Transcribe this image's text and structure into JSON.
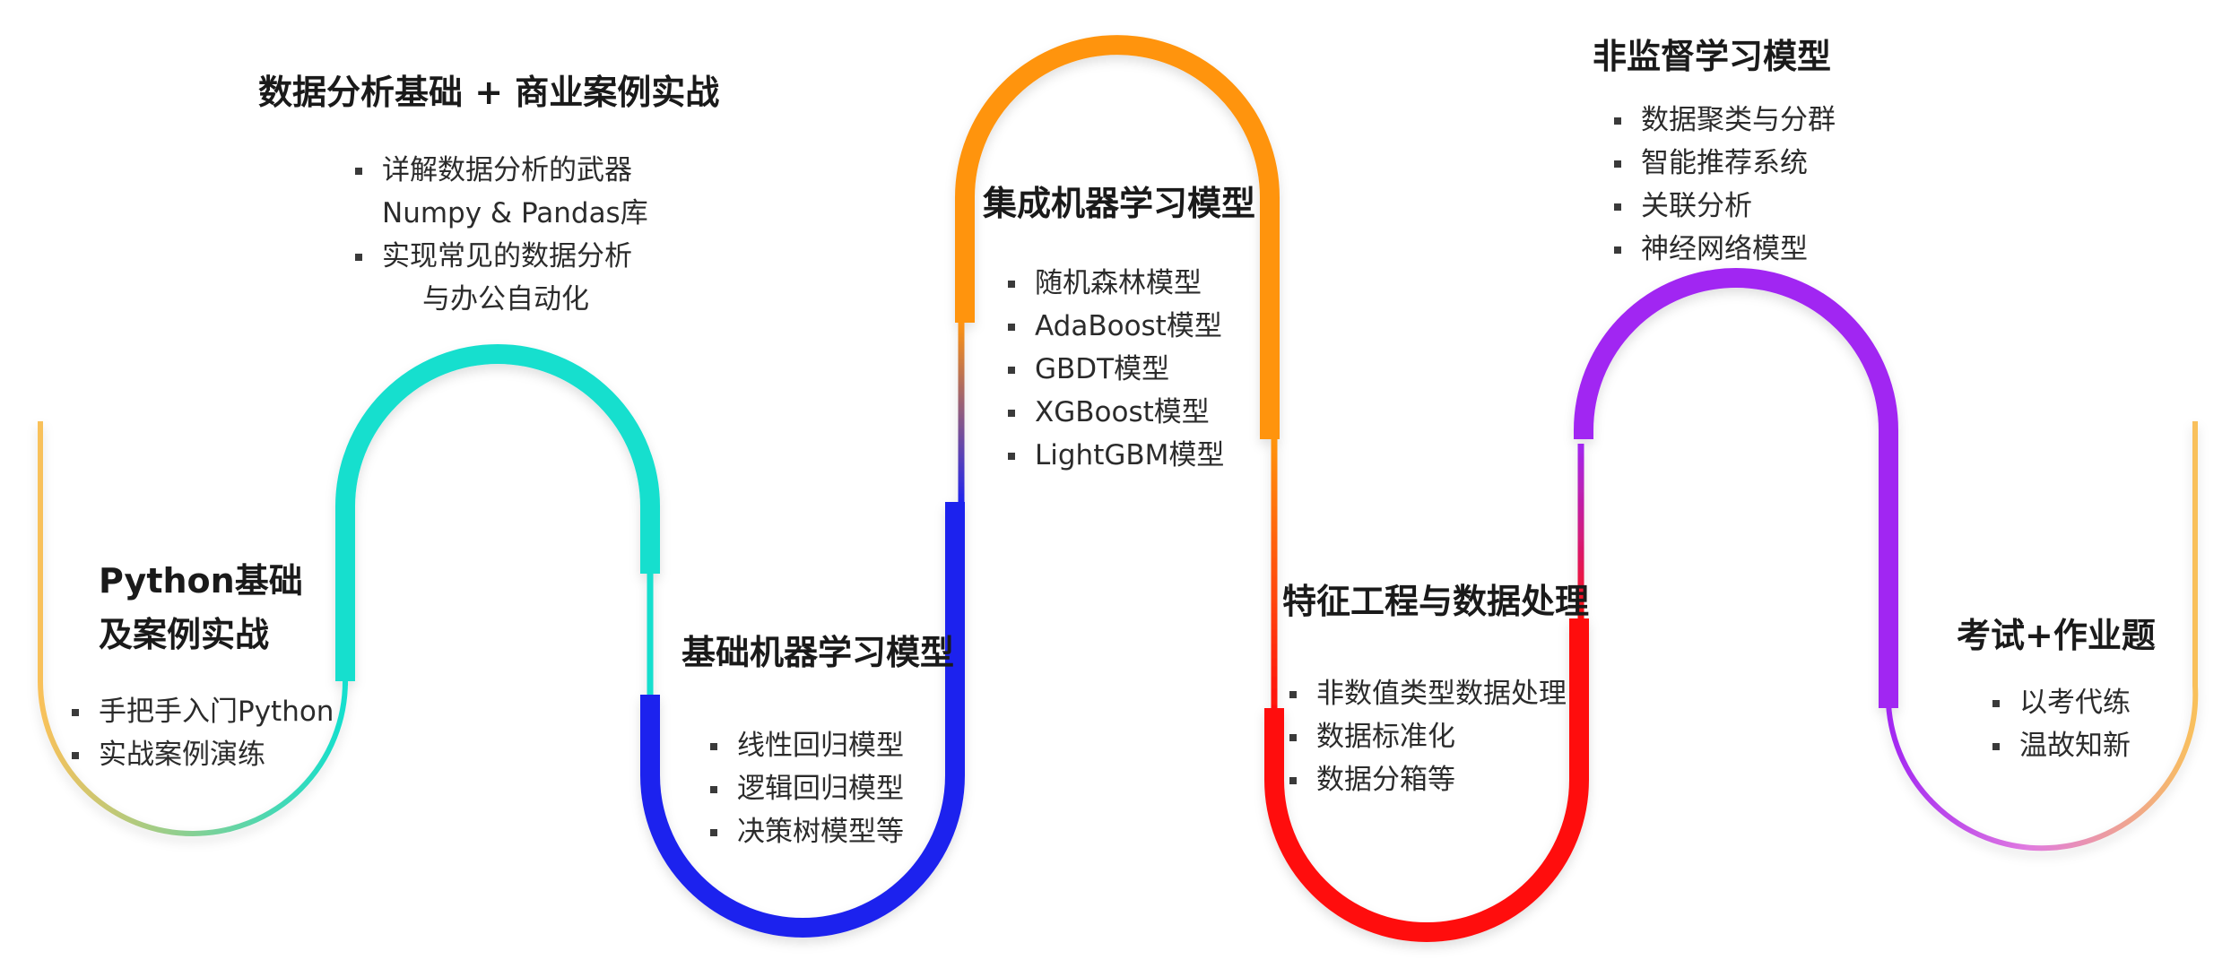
{
  "colors": {
    "orange_light": "#F9C15A",
    "cyan": "#12DFCE",
    "blue": "#1F23EE",
    "orange": "#FF9410",
    "red": "#FF1010",
    "purple": "#A126F2",
    "pink": "#E07AE0"
  },
  "sections": [
    {
      "id": "python",
      "title_lines": [
        "Python基础",
        "及案例实战"
      ],
      "items": [
        {
          "text": "手把手入门Python"
        },
        {
          "text": "实战案例演练"
        }
      ]
    },
    {
      "id": "analysis",
      "title_lines": [
        "数据分析基础 + 商业案例实战"
      ],
      "items": [
        {
          "text": "详解数据分析的武器"
        },
        {
          "text": "Numpy & Pandas库",
          "cont": true
        },
        {
          "text": "实现常见的数据分析"
        },
        {
          "text": "与办公自动化",
          "cont": true
        }
      ]
    },
    {
      "id": "basic-ml",
      "title_lines": [
        "基础机器学习模型"
      ],
      "items": [
        {
          "text": "线性回归模型"
        },
        {
          "text": "逻辑回归模型"
        },
        {
          "text": "决策树模型等"
        }
      ]
    },
    {
      "id": "ensemble",
      "title_lines": [
        "集成机器学习模型"
      ],
      "items": [
        {
          "text": "随机森林模型"
        },
        {
          "text": "AdaBoost模型"
        },
        {
          "text": "GBDT模型"
        },
        {
          "text": "XGBoost模型"
        },
        {
          "text": "LightGBM模型"
        }
      ]
    },
    {
      "id": "feature",
      "title_lines": [
        "特征工程与数据处理"
      ],
      "items": [
        {
          "text": "非数值类型数据处理"
        },
        {
          "text": "数据标准化"
        },
        {
          "text": "数据分箱等"
        }
      ]
    },
    {
      "id": "unsupervised",
      "title_lines": [
        "非监督学习模型"
      ],
      "items": [
        {
          "text": "数据聚类与分群"
        },
        {
          "text": "智能推荐系统"
        },
        {
          "text": "关联分析"
        },
        {
          "text": "神经网络模型"
        }
      ]
    },
    {
      "id": "exam",
      "title_lines": [
        "考试+作业题"
      ],
      "items": [
        {
          "text": "以考代练"
        },
        {
          "text": "温故知新"
        }
      ]
    }
  ]
}
